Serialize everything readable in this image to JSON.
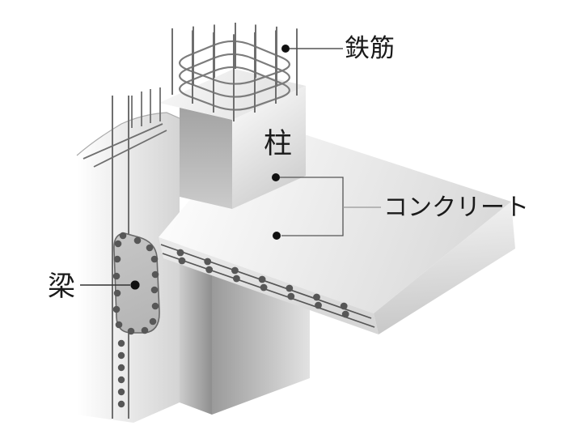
{
  "figure": {
    "description": "Isometric cutaway diagram of a reinforced concrete column, beam and slab junction",
    "labels": {
      "rebar": "鉄筋",
      "column": "柱",
      "concrete": "コンクリート",
      "beam": "梁"
    },
    "colors": {
      "ink": "#1a1a1a",
      "leader_line": "#555555",
      "leader_stub": "#999999",
      "marker_dot": "#111111",
      "rebar_line": "#6f6f6f",
      "rebar_dot": "#575757",
      "beam_section_fill": "#bdbdbd",
      "background": "#ffffff"
    }
  }
}
